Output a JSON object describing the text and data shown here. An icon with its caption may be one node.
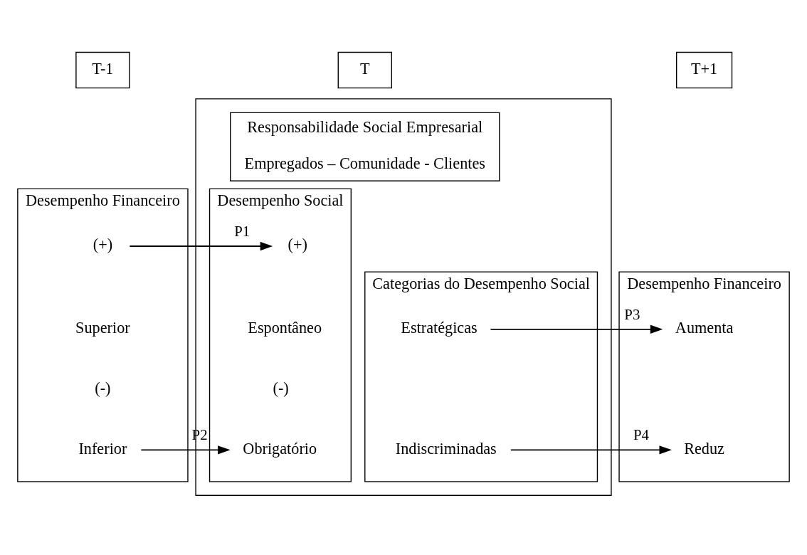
{
  "diagram": {
    "nodes": [
      {
        "text": [
          "T-1"
        ]
      },
      {
        "text": [
          "T"
        ]
      },
      {
        "text": [
          "T+1"
        ]
      },
      {
        "text": [
          "Desempenho Financeiro"
        ]
      },
      {
        "text": [
          "(+)"
        ],
        "in": 3
      },
      {
        "text": [
          "Superior"
        ],
        "in": 3
      },
      {
        "text": [
          "(-)"
        ],
        "in": 3
      },
      {
        "text": [
          "Inferior"
        ],
        "in": 3
      },
      {
        "text": [],
        "shape": "box"
      },
      {
        "text": [
          "Responsabilidade Social Empresarial",
          "Empregados – Comunidade - Clientes"
        ],
        "in": 8
      },
      {
        "text": [
          "Desempenho Social"
        ],
        "in": 8
      },
      {
        "text": [
          "(+)"
        ],
        "in": 10
      },
      {
        "text": [
          "Espontâneo"
        ],
        "in": 10
      },
      {
        "text": [
          "(-)"
        ],
        "in": 10
      },
      {
        "text": [
          "Obrigatório"
        ],
        "in": 10
      },
      {
        "text": [
          "Categorias do Desempenho Social"
        ],
        "in": 8
      },
      {
        "text": [
          "Estratégicas"
        ],
        "in": 15
      },
      {
        "text": [
          "Indiscriminadas"
        ],
        "in": 15
      },
      {
        "text": [
          "Desempenho Financeiro"
        ]
      },
      {
        "text": [
          "Aumenta"
        ],
        "in": 18
      },
      {
        "text": [
          "Reduz"
        ],
        "in": 18
      }
    ],
    "edges": [
      {
        "from": 4,
        "to": 11,
        "arrow": "to",
        "label": "P1"
      },
      {
        "from": 7,
        "to": 14,
        "arrow": "to",
        "label": "P2"
      },
      {
        "from": 16,
        "to": 19,
        "arrow": "to",
        "label": "P3"
      },
      {
        "from": 17,
        "to": 20,
        "arrow": "to",
        "label": "P4"
      }
    ]
  }
}
